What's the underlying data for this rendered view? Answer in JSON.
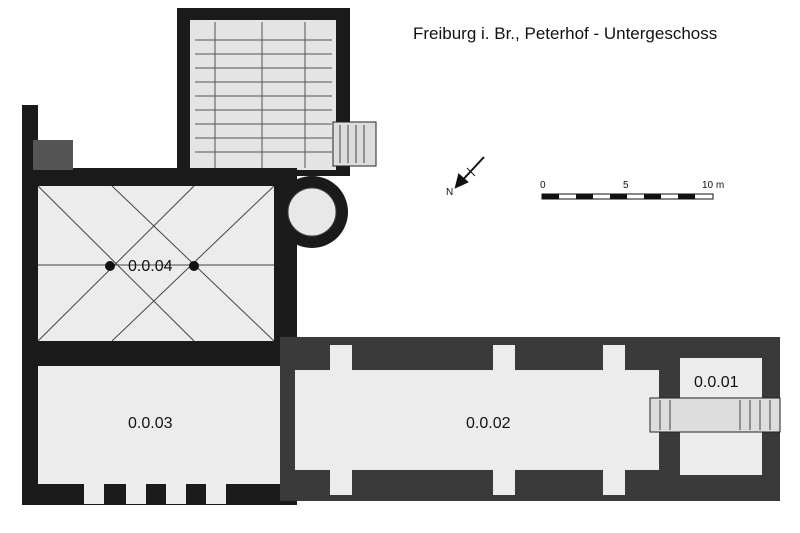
{
  "title": "Freiburg i. Br., Peterhof - Untergeschoss",
  "north_label": "N",
  "scale": {
    "labels": [
      "0",
      "5",
      "10 m"
    ],
    "segments": 10
  },
  "rooms": [
    {
      "id": "0.0.04"
    },
    {
      "id": "0.0.03"
    },
    {
      "id": "0.0.02"
    },
    {
      "id": "0.0.01"
    }
  ],
  "colors": {
    "wall": "#1a1a1a",
    "floor": "#ececec",
    "wall_hatched": "#3a3a3a"
  }
}
